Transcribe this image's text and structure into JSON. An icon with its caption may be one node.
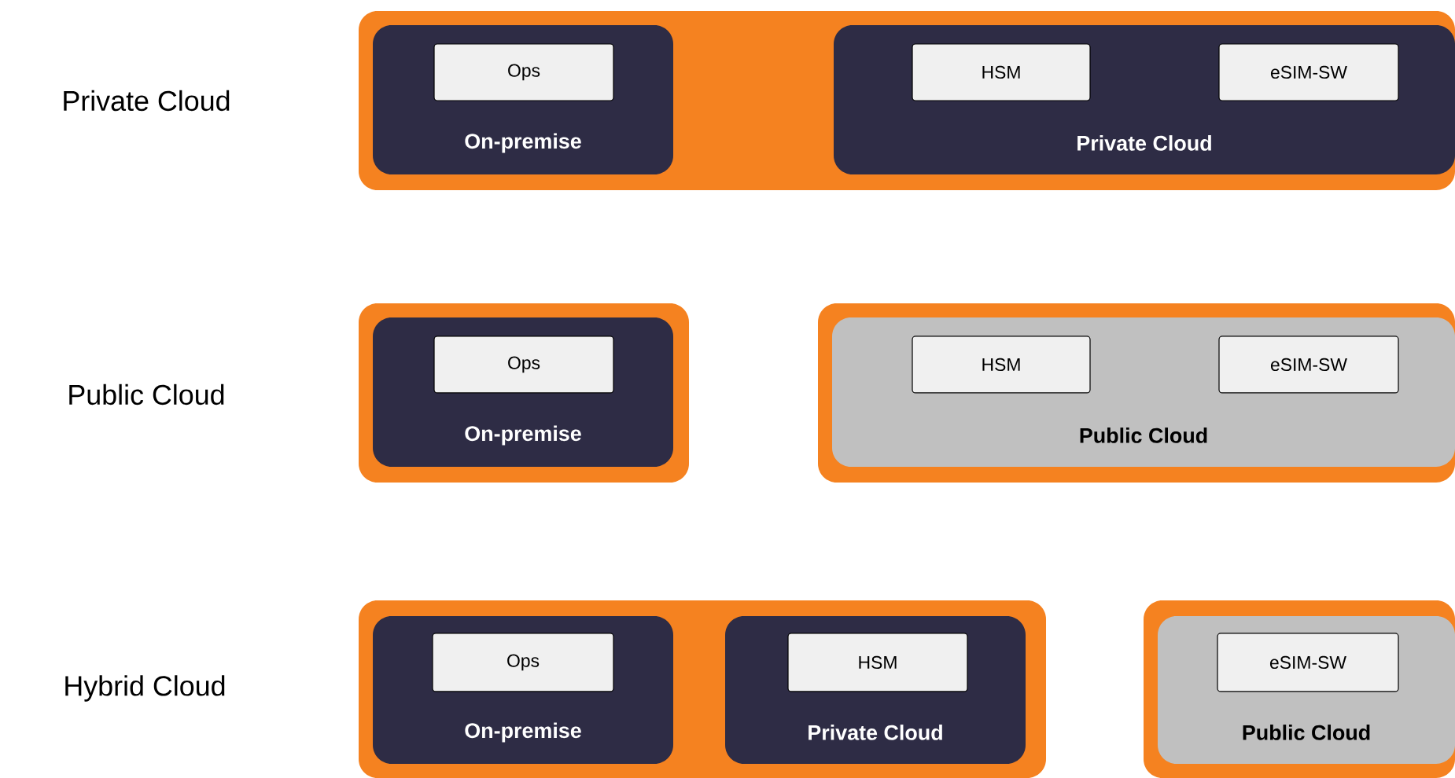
{
  "diagram": {
    "nodes": [
      {
        "text": [],
        "shape": "box"
      },
      {
        "text": [
          "On-premise"
        ],
        "in": 0
      },
      {
        "text": [
          "Ops"
        ],
        "in": 1
      },
      {
        "text": [
          "Private Cloud"
        ],
        "in": 0
      },
      {
        "text": [
          "HSM"
        ],
        "in": 3
      },
      {
        "text": [
          "eSIM-SW"
        ],
        "in": 3
      },
      {
        "text": [],
        "shape": "box"
      },
      {
        "text": [
          "On-premise"
        ],
        "in": 6
      },
      {
        "text": [
          "Ops"
        ],
        "in": 7
      },
      {
        "text": [],
        "shape": "box"
      },
      {
        "text": [
          "Public Cloud"
        ],
        "in": 9
      },
      {
        "text": [
          "HSM"
        ],
        "in": 10
      },
      {
        "text": [
          "eSIM-SW"
        ],
        "in": 10
      },
      {
        "text": [],
        "shape": "box"
      },
      {
        "text": [
          "On-premise"
        ],
        "in": 13
      },
      {
        "text": [
          "Ops"
        ],
        "in": 14
      },
      {
        "text": [
          "Private Cloud"
        ],
        "in": 13
      },
      {
        "text": [
          "HSM"
        ],
        "in": 16
      },
      {
        "text": [],
        "shape": "box"
      },
      {
        "text": [
          "Public Cloud"
        ],
        "in": 18
      },
      {
        "text": [
          "eSIM-SW"
        ],
        "in": 19
      }
    ],
    "labels": [
      "Private Cloud",
      "Public Cloud",
      "Hybrid Cloud"
    ]
  }
}
